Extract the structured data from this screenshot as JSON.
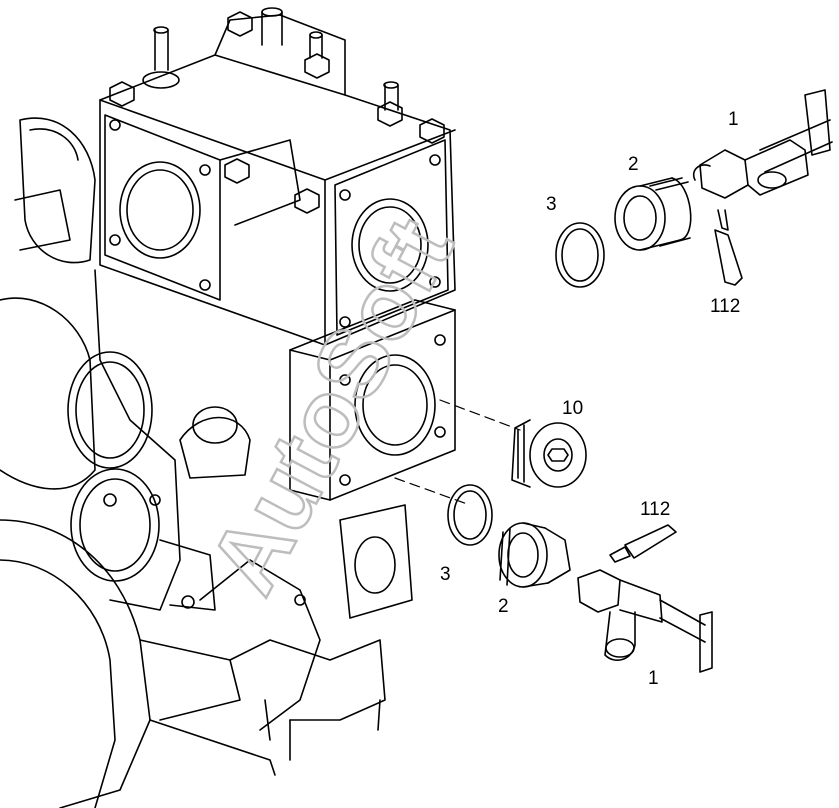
{
  "labels": {
    "cock_upper": "1",
    "plug_upper": "2",
    "seal_upper": "3",
    "sealant_upper": "112",
    "plug_mid": "10",
    "sealant_lower": "112",
    "seal_lower": "3",
    "plug_lower": "2",
    "cock_lower": "1"
  },
  "watermark_text": "AutoSoft",
  "colors": {
    "line": "#000000",
    "paper": "#ffffff",
    "watermark": "#bdbdbd"
  }
}
